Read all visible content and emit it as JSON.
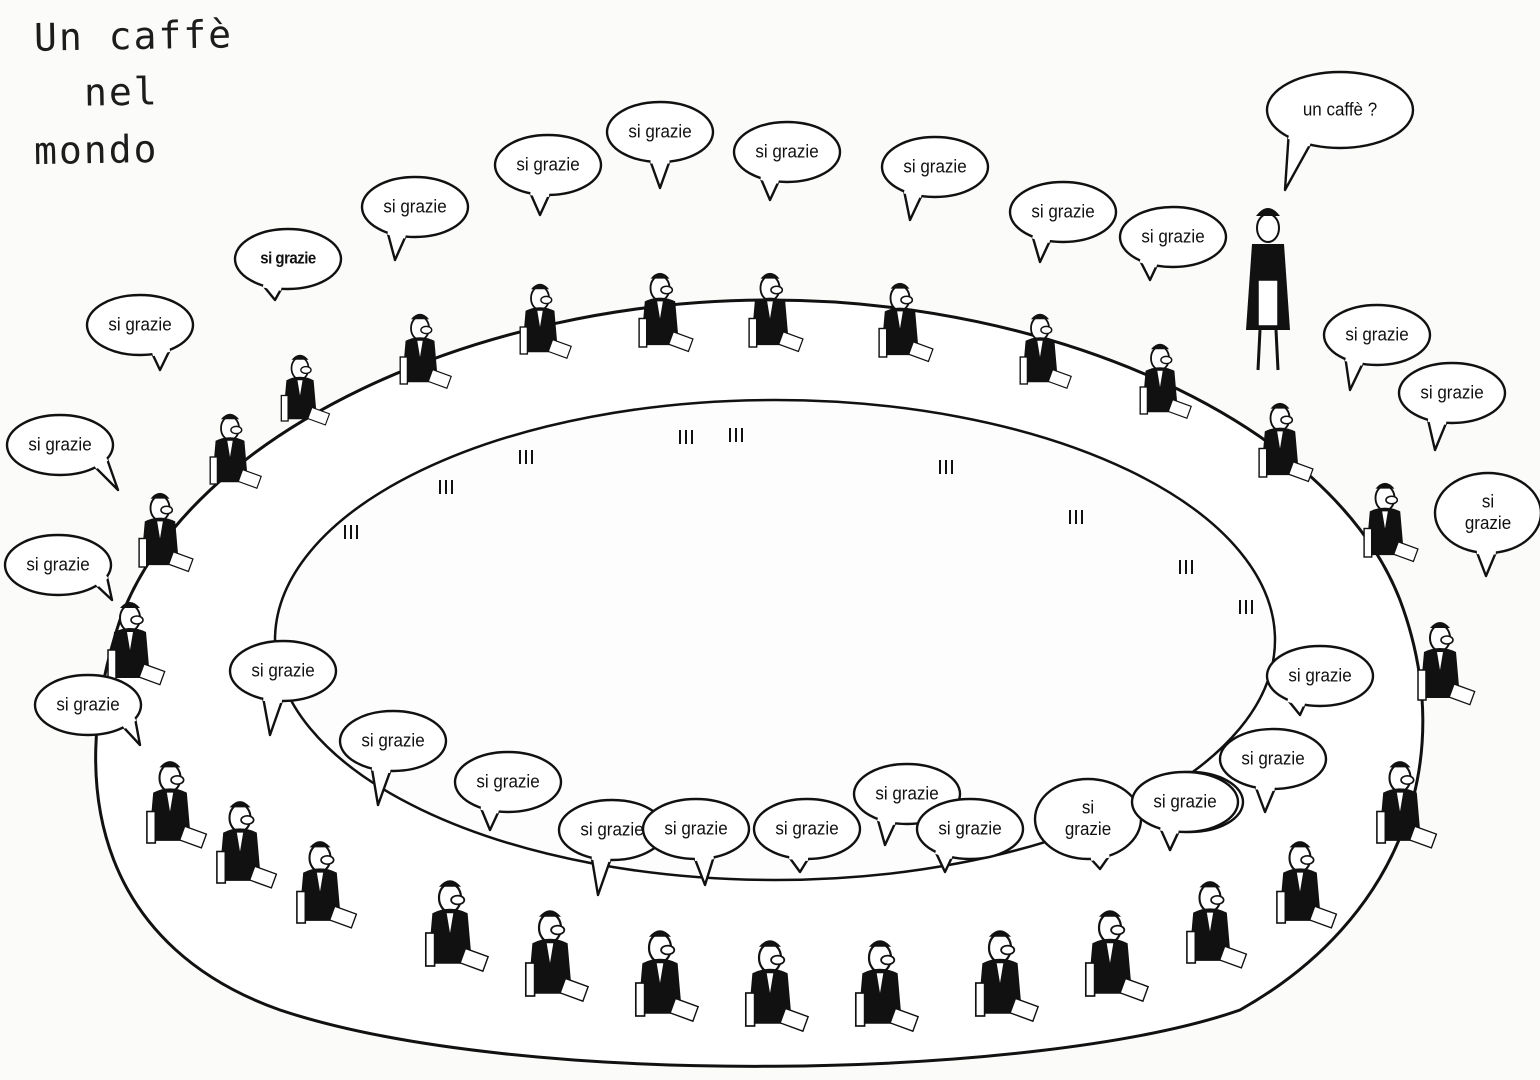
{
  "title": {
    "line1": "Un caffè",
    "line2": "nel",
    "line3": "mondo"
  },
  "bubbles": [
    {
      "text": "si grazie",
      "variant": "normal"
    },
    {
      "text": "si grazie",
      "variant": "normal"
    },
    {
      "text": "si grazie",
      "variant": "normal"
    },
    {
      "text": "si grazie",
      "variant": "bold"
    },
    {
      "text": "si grazie",
      "variant": "normal"
    },
    {
      "text": "si grazie",
      "variant": "normal"
    },
    {
      "text": "si grazie",
      "variant": "normal"
    },
    {
      "text": "si grazie",
      "variant": "normal"
    },
    {
      "text": "si grazie",
      "variant": "normal"
    },
    {
      "text": "si grazie",
      "variant": "normal"
    },
    {
      "text": "si grazie",
      "variant": "normal"
    },
    {
      "text": "un caffè ?",
      "variant": "wide"
    },
    {
      "text": "si grazie",
      "variant": "normal"
    },
    {
      "text": "si grazie",
      "variant": "normal"
    },
    {
      "text": "si\ngrazie",
      "variant": "tall"
    },
    {
      "text": "si grazie",
      "variant": "normal"
    },
    {
      "text": "si grazie",
      "variant": "normal"
    },
    {
      "text": "si grazie",
      "variant": "normal"
    },
    {
      "text": "si grazie",
      "variant": "normal"
    },
    {
      "text": "si grazie",
      "variant": "normal"
    },
    {
      "text": "si grazie",
      "variant": "normal"
    },
    {
      "text": "si grazie",
      "variant": "normal"
    },
    {
      "text": "si grazie",
      "variant": "normal"
    },
    {
      "text": "si grazie",
      "variant": "normal"
    },
    {
      "text": "si\ngrazie",
      "variant": "tall"
    },
    {
      "text": "si grazie",
      "variant": "normal"
    },
    {
      "text": "si grazie",
      "variant": "normal"
    },
    {
      "text": "si grazie",
      "variant": "normal"
    },
    {
      "text": "si grazie",
      "variant": "normal"
    }
  ],
  "colors": {
    "ink": "#111111",
    "paper": "#fbfbfa"
  }
}
